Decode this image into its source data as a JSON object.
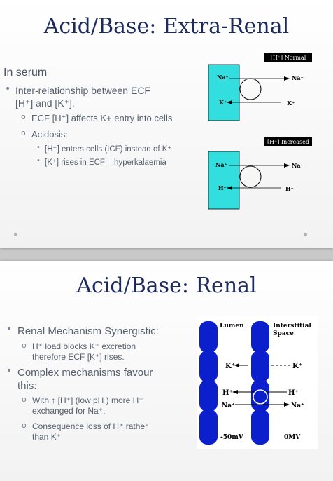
{
  "slide1": {
    "title": "Acid/Base: Extra-Renal",
    "heading": "In serum",
    "bullet1_line1": "Inter-relationship between ECF",
    "bullet1_line2": "[H⁺] and [K⁺].",
    "sub1": "ECF [H⁺] affects K+ entry into cells",
    "sub2": "Acidosis:",
    "subsub1": "[H⁺] enters cells (ICF) instead of K⁺",
    "subsub2": "[K⁺] rises in ECF = hyperkalaemia",
    "diagram": {
      "top_label": "[H⁺] Normal",
      "bottom_label": "[H⁺] Increased",
      "top_cell_na": "Na⁺",
      "top_cell_k": "K⁺",
      "top_out_na": "Na⁺",
      "top_out_k": "K⁺",
      "bot_cell_na": "Na⁺",
      "bot_cell_h": "H⁺",
      "bot_out_na": "Na⁺",
      "bot_out_h": "H⁺",
      "cell_color": "#33dede",
      "header_color": "#000000"
    }
  },
  "slide2": {
    "title": "Acid/Base: Renal",
    "bullet1": "Renal Mechanism Synergistic:",
    "sub1_line1": "H⁺ load  blocks K⁺ excretion",
    "sub1_line2": "therefore ECF [K⁺] rises.",
    "bullet2_line1": "Complex mechanisms favour",
    "bullet2_line2": "this:",
    "sub2_line1": "With ↑ [H⁺] (low pH ) more H⁺",
    "sub2_line2": "exchanged for Na⁺.",
    "sub3_line1": "Consequence loss of H⁺ rather",
    "sub3_line2": "than K⁺",
    "diagram": {
      "lumen": "Lumen",
      "interstitial_line1": "Interstitial",
      "interstitial_line2": "Space",
      "k_left": "K⁺",
      "k_right": "K⁺",
      "h_left": "H⁺",
      "h_right": "H⁺",
      "na_left": "Na⁺",
      "na_right": "Na⁺",
      "mv_left": "-50mV",
      "mv_right": "0MV",
      "cell_color": "#0b1fcc"
    }
  }
}
